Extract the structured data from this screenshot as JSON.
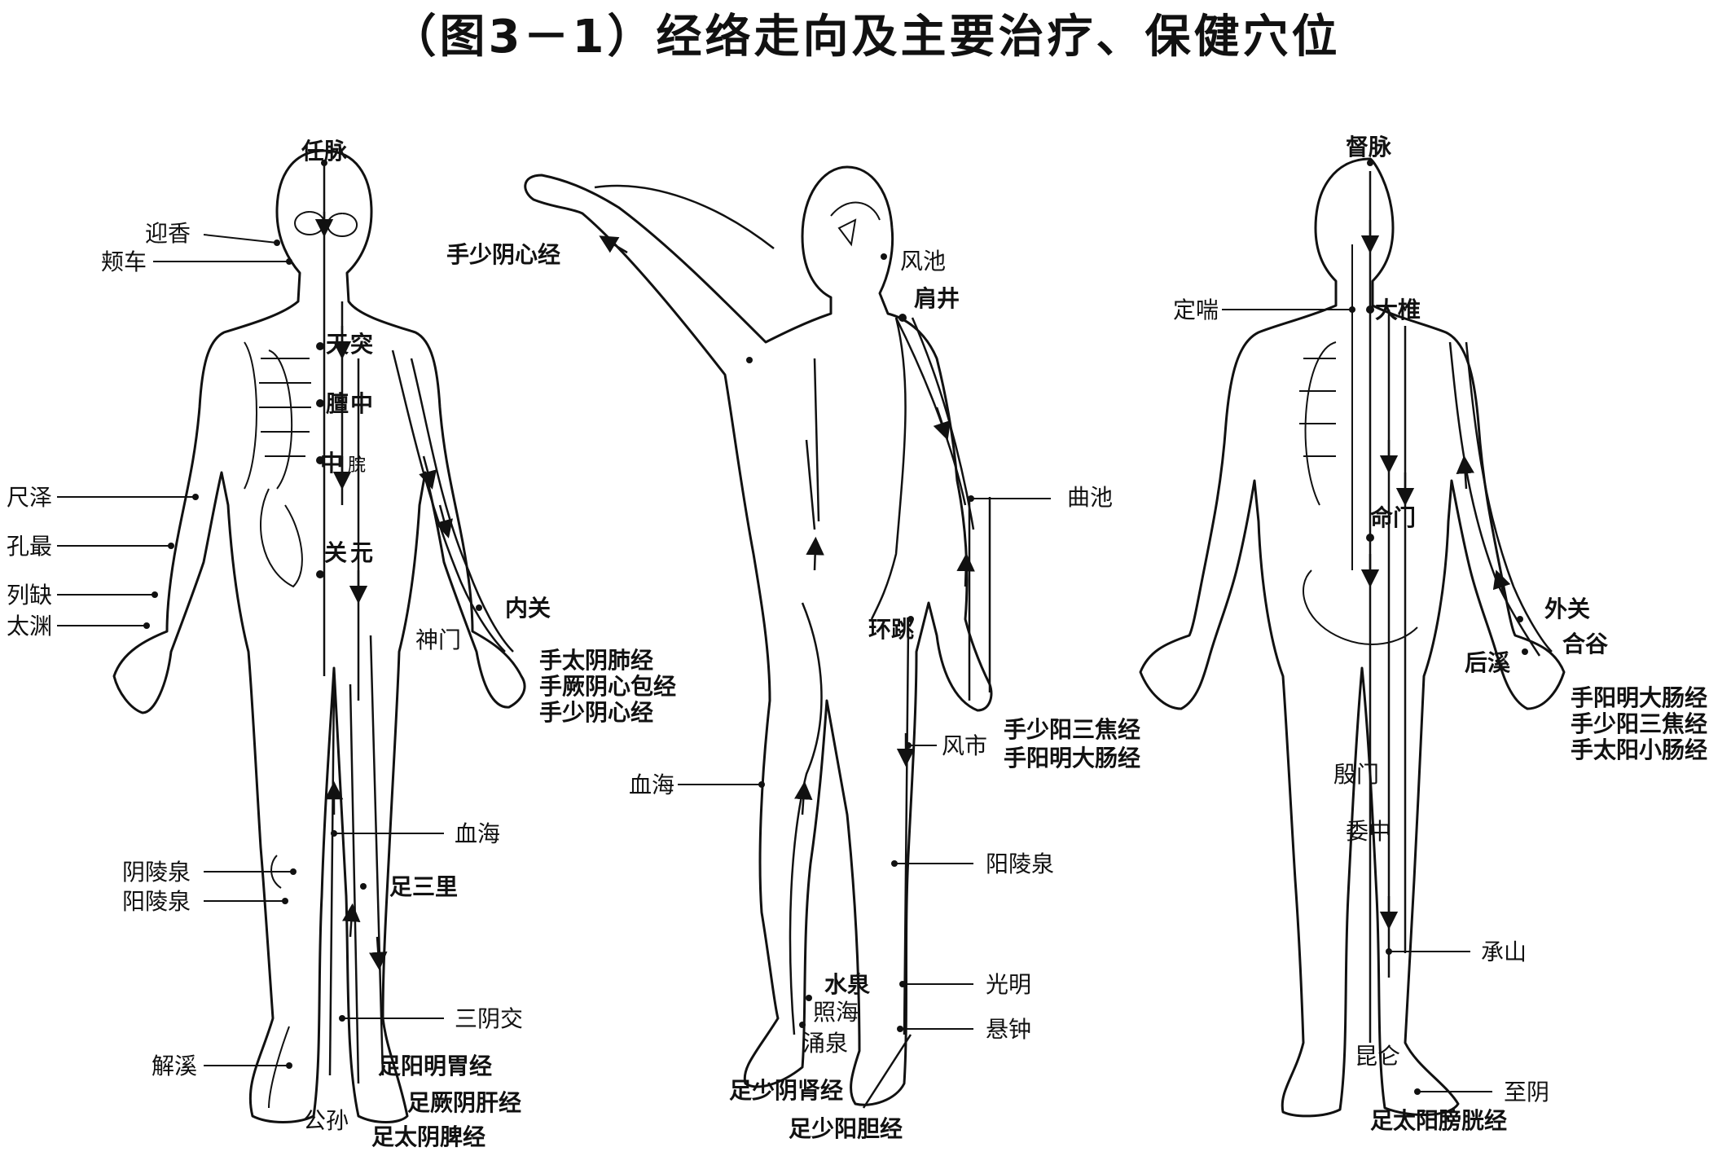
{
  "title": "（图3－1）经络走向及主要治疗、保健穴位",
  "front": {
    "ren_mai": "任脉",
    "points": {
      "yingxiang": "迎香",
      "jiache": "颊车",
      "tiantu_a": "天",
      "tiantu_b": "突",
      "danzhong_a": "膻",
      "danzhong_b": "中",
      "zhongwan_a": "中",
      "zhongwan_b": "脘",
      "guanyuan_a": "关",
      "guanyuan_b": "元",
      "chize": "尺泽",
      "kongzui": "孔最",
      "lieque": "列缺",
      "taiyuan": "太渊",
      "neiguan": "内关",
      "shenmen": "神门",
      "xuehai": "血海",
      "yinlingquan": "阴陵泉",
      "yanglingquan": "阳陵泉",
      "zusanli": "足三里",
      "sanyinjiao": "三阴交",
      "jiexi": "解溪",
      "gongsun": "公孙"
    },
    "meridians": {
      "arm_1": "手太阴肺经",
      "arm_2": "手厥阴心包经",
      "arm_3": "手少阴心经",
      "leg_1": "足阳明胃经",
      "leg_2": "足厥阴肝经",
      "leg_3": "足太阴脾经"
    }
  },
  "side": {
    "points": {
      "fengchi": "风池",
      "jianjing": "肩井",
      "quchi": "曲池",
      "huantiao": "环跳",
      "fengshi": "风市",
      "xuehai": "血海",
      "yanglingquan": "阳陵泉",
      "shuiquan": "水泉",
      "zhaohai": "照海",
      "yongquan": "涌泉",
      "guangming": "光明",
      "xuanzhong": "悬钟"
    },
    "meridians": {
      "arm_heart": "手少阴心经",
      "arm_1": "手少阳三焦经",
      "arm_2": "手阳明大肠经",
      "leg_kidney": "足少阴肾经",
      "leg_gb": "足少阳胆经"
    }
  },
  "back": {
    "du_mai": "督脉",
    "points": {
      "dingchuan": "定喘",
      "dazhui": "大椎",
      "mingmen": "命门",
      "waiguan": "外关",
      "hegu": "合谷",
      "houxi": "后溪",
      "yinmen": "殷门",
      "weizhong": "委中",
      "chengshan": "承山",
      "kunlun": "昆仑",
      "zhiyin": "至阴"
    },
    "meridians": {
      "arm_1": "手阳明大肠经",
      "arm_2": "手少阳三焦经",
      "arm_3": "手太阳小肠经",
      "leg_bladder": "足太阳膀胱经"
    }
  }
}
